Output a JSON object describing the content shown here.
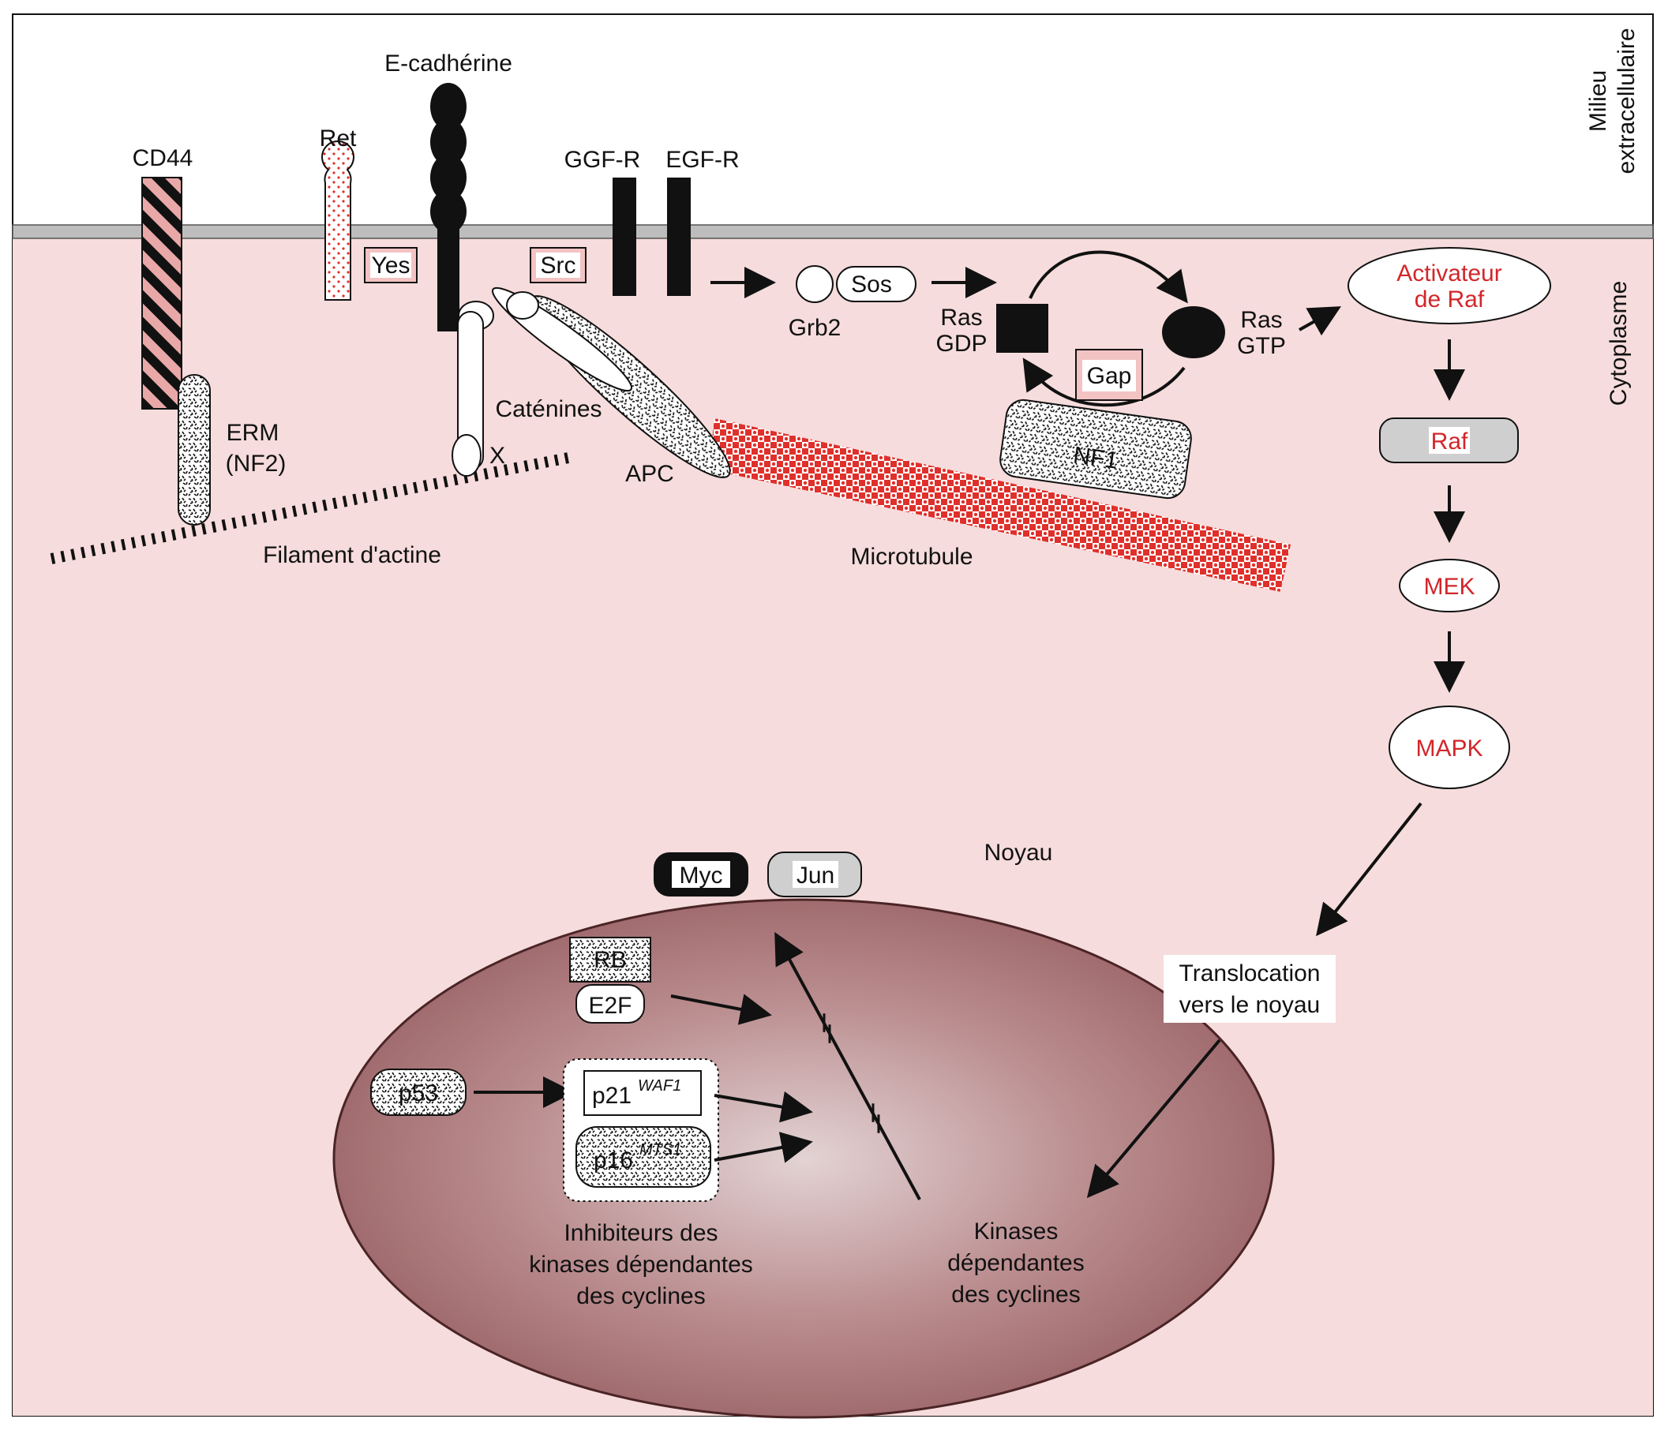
{
  "regions": {
    "extracellular": "Milieu extracellulaire",
    "cytoplasm": "Cytoplasme",
    "nucleus": "Noyau"
  },
  "membrane": {
    "cd44": "CD44",
    "ret": "Ret",
    "ecadherin": "E-cadhérine",
    "ggfr": "GGF-R",
    "egfr": "EGF-R",
    "yes": "Yes",
    "src": "Src"
  },
  "cytoskeleton": {
    "erm": "ERM",
    "erm_sub": "(NF2)",
    "catenins": "Caténines",
    "x": "X",
    "apc": "APC",
    "actin": "Filament d'actine",
    "microtubule": "Microtubule"
  },
  "ras_pathway": {
    "grb2": "Grb2",
    "sos": "Sos",
    "ras_gdp_1": "Ras",
    "ras_gdp_2": "GDP",
    "ras_gtp_1": "Ras",
    "ras_gtp_2": "GTP",
    "gap": "Gap",
    "nf1": "NF1"
  },
  "mapk_cascade": {
    "raf_activator_1": "Activateur",
    "raf_activator_2": "de Raf",
    "raf": "Raf",
    "mek": "MEK",
    "mapk": "MAPK",
    "translocation_1": "Translocation",
    "translocation_2": "vers le noyau"
  },
  "nuclear": {
    "myc": "Myc",
    "jun": "Jun",
    "rb": "RB",
    "e2f": "E2F",
    "p53": "p53",
    "p21": "p21",
    "p21_sup": "WAF1",
    "p16": "p16",
    "p16_sup": "MTS1",
    "inhibitors_1": "Inhibiteurs des",
    "inhibitors_2": "kinases dépendantes",
    "inhibitors_3": "des cyclines",
    "kinases_1": "Kinases",
    "kinases_2": "dépendantes",
    "kinases_3": "des cyclines"
  },
  "colors": {
    "cytoplasm": "#f6dcdc",
    "nucleus": "#a87476",
    "accent_red": "#d2262a",
    "membrane": "#bdbdbd",
    "dark": "#111111"
  }
}
